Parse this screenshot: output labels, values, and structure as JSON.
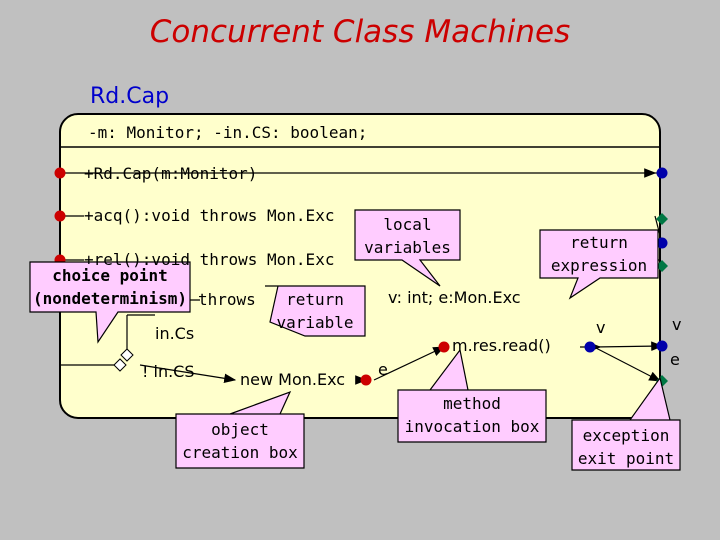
{
  "title": "Concurrent Class Machines",
  "class_name": "Rd.Cap",
  "attributes": "-m: Monitor; -in.CS: boolean;",
  "methods": {
    "constructor": "+Rd.Cap(m:Monitor)",
    "acq": "+acq():void throws Mon.Exc",
    "rel": "+rel():void throws Mon.Exc"
  },
  "labels": {
    "throws": "throws",
    "in_cs": "in.Cs",
    "not_in_cs": "! in.CS",
    "new_mon_exc": "new Mon.Exc",
    "e1": "e",
    "local_vars_decl": "v: int; e:Mon.Exc",
    "method_call": "m.res.read()",
    "v1": "v",
    "v2": "v",
    "e2": "e"
  },
  "callouts": {
    "local_variables": [
      "local",
      "variables"
    ],
    "return_expression": [
      "return",
      "expression"
    ],
    "choice_point": [
      "choice point",
      "(nondeterminism)"
    ],
    "return_variable": [
      "return",
      "variable"
    ],
    "object_creation_box": [
      "object",
      "creation box"
    ],
    "method_invocation_box": [
      "method",
      "invocation box"
    ],
    "exception_exit_point": [
      "exception",
      "exit point"
    ]
  },
  "colors": {
    "background": "#c0c0c0",
    "panel": "#ffffcc",
    "callout": "#ffccff",
    "title": "#cc0000",
    "class_name": "#0000cc",
    "red_dot": "#cc0000",
    "blue_dot": "#0000aa",
    "green_diamond": "#007744"
  }
}
